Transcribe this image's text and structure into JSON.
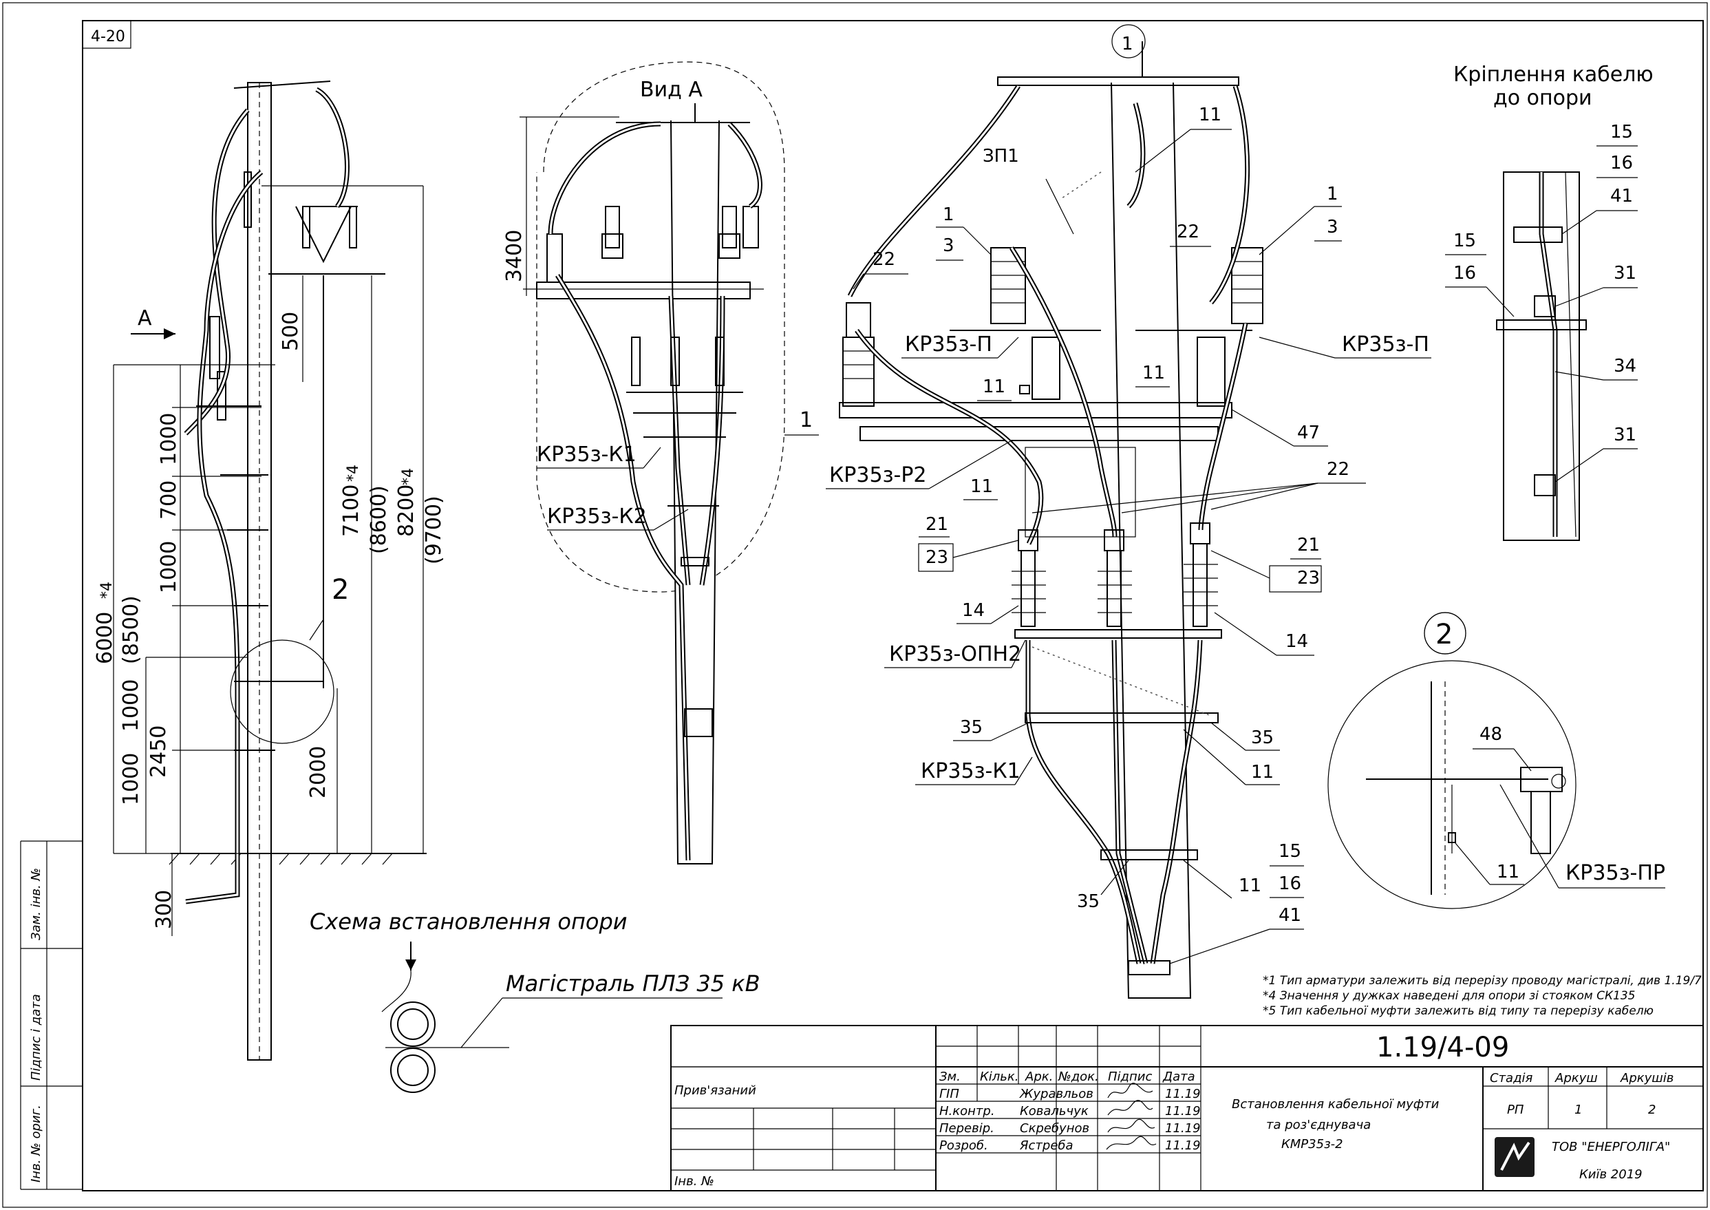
{
  "sheet": {
    "corner_tag": "4-20",
    "view_marker": "1",
    "detail_marker": "2"
  },
  "left_view": {
    "arrow_label": "A",
    "dims": {
      "d500": "500",
      "d1000a": "1000",
      "d700": "700",
      "d1000b": "1000",
      "d6000": "6000",
      "d8500": "(8500)",
      "d6000_note": "*4",
      "d7100": "7100",
      "d8600": "(8600)",
      "d7100_note": "*4",
      "d8200": "8200",
      "d9700": "(9700)",
      "d8200_note": "*4",
      "d1000c": "1000",
      "d2450": "2450",
      "d1000d": "1000",
      "d2000": "2000",
      "d300": "300"
    },
    "detail_ref": "2"
  },
  "view_a": {
    "title": "Вид А",
    "dim_3400": "3400",
    "labels": {
      "k1": "КР35з-К1",
      "k2": "КР35з-К2",
      "ref1": "1"
    }
  },
  "main_view": {
    "labels": {
      "zp1": "ЗП1",
      "n11_top": "11",
      "n1_left": "1",
      "n3_left": "3",
      "n22_left": "22",
      "n22_mid": "22",
      "n1_right": "1",
      "n3_right": "3",
      "kp_left": "КР35з-П",
      "kp_right": "КР35з-П",
      "n11_a": "11",
      "n11_b": "11",
      "n11_c": "11",
      "n47": "47",
      "n22_right": "22",
      "kr_p2": "КР35з-Р2",
      "n21_left": "21",
      "n23_left": "23",
      "n21_right": "21",
      "n23_right": "23",
      "n14_left": "14",
      "n14_right": "14",
      "kr_opn2": "КР35з-ОПН2",
      "n35_left": "35",
      "n35_right": "35",
      "kr_k1": "КР35з-К1",
      "n11_d": "11",
      "n15": "15",
      "n11_e": "11",
      "n16": "16",
      "n35_bot": "35",
      "n41": "41"
    }
  },
  "cable_fixing": {
    "title_line1": "Кріплення кабелю",
    "title_line2": "до опори",
    "labels": {
      "n15a": "15",
      "n16a": "16",
      "n41a": "41",
      "n15b": "15",
      "n16b": "16",
      "n31a": "31",
      "n34": "34",
      "n31b": "31"
    }
  },
  "detail2": {
    "marker": "2",
    "labels": {
      "n48": "48",
      "n11": "11",
      "kr_pr": "КР35з-ПР"
    }
  },
  "scheme": {
    "title": "Схема встановлення опори",
    "line_label": "Магістраль ПЛЗ 35 кВ"
  },
  "notes": [
    "*1 Тип арматури залежить від перерізу проводу магістралі, див 1.19/7",
    "*4 Значення у дужках наведені для опори зі стояком СК135",
    "*5 Тип кабельної муфти залежить від типу та перерізу кабелю"
  ],
  "title_block": {
    "code": "1.19/4-09",
    "approved_label": "Прив'язаний",
    "inv_no_label": "Інв. №",
    "col_headers": [
      "Зм.",
      "Кільк.",
      "Арк.",
      "№док.",
      "Підпис",
      "Дата"
    ],
    "signers": [
      {
        "role": "ГІП",
        "name": "Журавльов",
        "date": "11.19"
      },
      {
        "role": "Н.контр.",
        "name": "Ковальчук",
        "date": "11.19"
      },
      {
        "role": "Перевір.",
        "name": "Скребунов",
        "date": "11.19"
      },
      {
        "role": "Розроб.",
        "name": "Ястреба",
        "date": "11.19"
      }
    ],
    "description_line1": "Встановлення кабельної муфти",
    "description_line2": "та роз'єднувача",
    "description_line3": "КМР35з-2",
    "stage_header": "Стадія",
    "sheet_header": "Аркуш",
    "sheets_header": "Аркушів",
    "stage": "РП",
    "sheet_no": "1",
    "sheets_total": "2",
    "company": "ТОВ \"ЕНЕРГОЛІГА\"",
    "city_year": "Київ 2019"
  },
  "side_stamp": {
    "zam_inv": "Зам. інв. №",
    "sign_date": "Підпис і дата",
    "inv_orig": "Інв. № ориг."
  }
}
